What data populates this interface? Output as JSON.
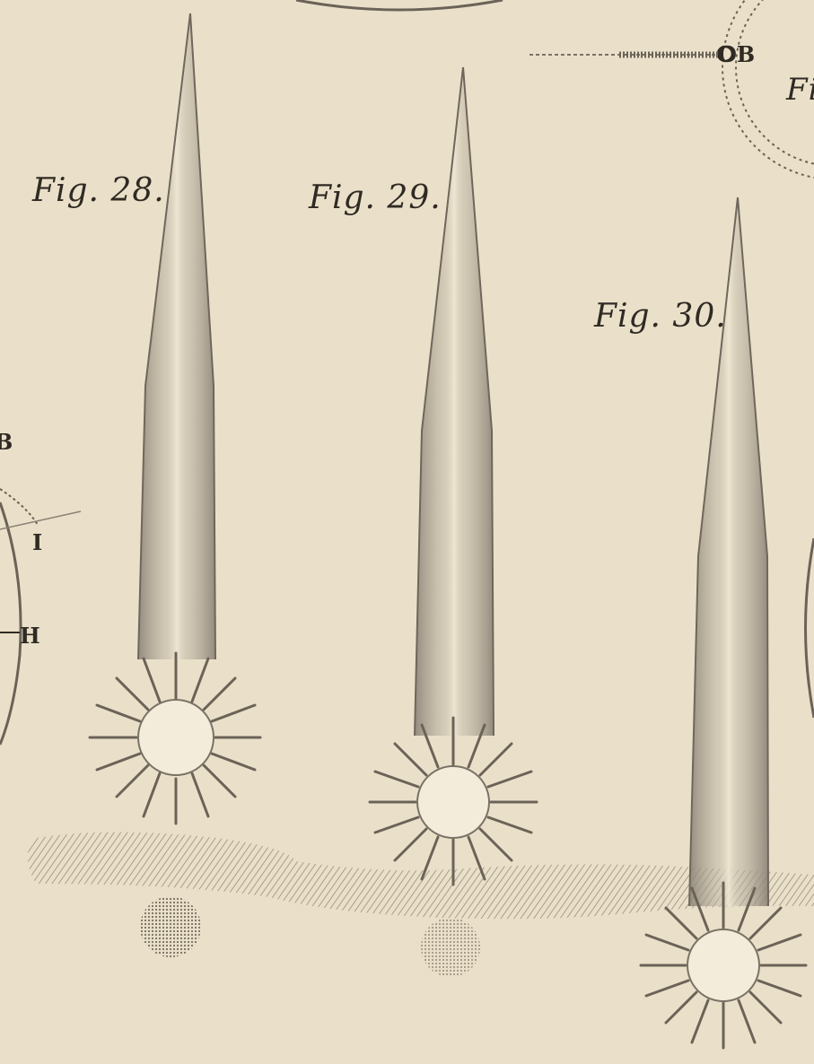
{
  "plate": {
    "background": "#eae0c9",
    "ink": "#2f2a23"
  },
  "figures": [
    {
      "label": "Fig. 28.",
      "depicts": "comet with long tail and rayed head"
    },
    {
      "label": "Fig. 29.",
      "depicts": "comet with long tail and rayed head"
    },
    {
      "label": "Fig. 30.",
      "depicts": "comet with long tail and rayed head"
    }
  ],
  "partial_labels": {
    "top_right_letters": "OB",
    "right_edge_fig": "Fi",
    "left_letter_i": "I",
    "left_letter_h": "H",
    "left_letter_b": "B"
  }
}
